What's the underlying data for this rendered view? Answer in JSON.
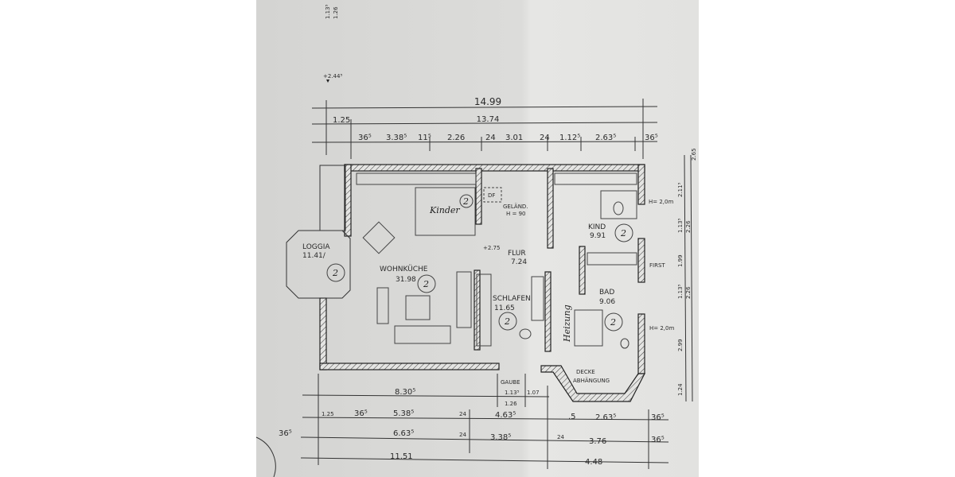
{
  "top_left": {
    "dim_a": "1.13⁵",
    "dim_b": "1.26",
    "level": "+2.44⁵"
  },
  "top_dims": {
    "total": "14.99",
    "inner": "13.74",
    "left": "1.25",
    "row": [
      "36⁵",
      "3.38⁵",
      "11⁵",
      "2.26",
      "24",
      "3.01",
      "24",
      "1.12⁵",
      "2.63⁵",
      "36⁵"
    ]
  },
  "bottom_dims": {
    "gaube": "GAUBE",
    "row1": [
      "8.30⁵",
      "1.13⁵",
      "1.07"
    ],
    "gaube_width": "1.26",
    "row2": [
      "1.25",
      "36⁵",
      "5.38⁵",
      "24",
      "4.63⁵",
      ".5",
      "2.63⁵",
      "36⁵"
    ],
    "row3": [
      "36⁵",
      "6.63⁵",
      "24",
      "3.38⁵",
      "24",
      "3.76",
      "36⁵"
    ],
    "row4": [
      "11.51",
      "4.48"
    ]
  },
  "right_dims": {
    "outer": [
      "2.11⁵",
      "1.13⁵",
      "1.99",
      "1.13⁵",
      "2.99",
      "1.24"
    ],
    "inner": [
      "2.26",
      "2.26"
    ],
    "top": "2.65"
  },
  "labels": {
    "h1": "H= 2,0m",
    "first": "FIRST",
    "h2": "H= 2,0m",
    "decke": "DECKE",
    "abhaengung": "ABHÄNGUNG"
  },
  "rooms": {
    "loggia": {
      "name": "LOGGIA",
      "area": "11.41/"
    },
    "wohnkueche": {
      "name": "WOHNKÜCHE",
      "area": "31.98"
    },
    "flur": {
      "name": "FLUR",
      "area": "7.24",
      "level": "+2.75"
    },
    "kind": {
      "name": "KIND",
      "area": "9.91"
    },
    "bad": {
      "name": "BAD",
      "area": "9.06"
    },
    "schlafen": {
      "name": "SCHLAFEN",
      "area": "11.65"
    },
    "gelaender": {
      "name": "GELÄND.",
      "height": "H = 90"
    },
    "df": "DF"
  },
  "handwriting": {
    "kinder": "Kinder",
    "heizung": "Heizung",
    "circle_mark": "2"
  },
  "colors": {
    "paper": "#d8d8d6",
    "ink": "#2a2a2a"
  }
}
